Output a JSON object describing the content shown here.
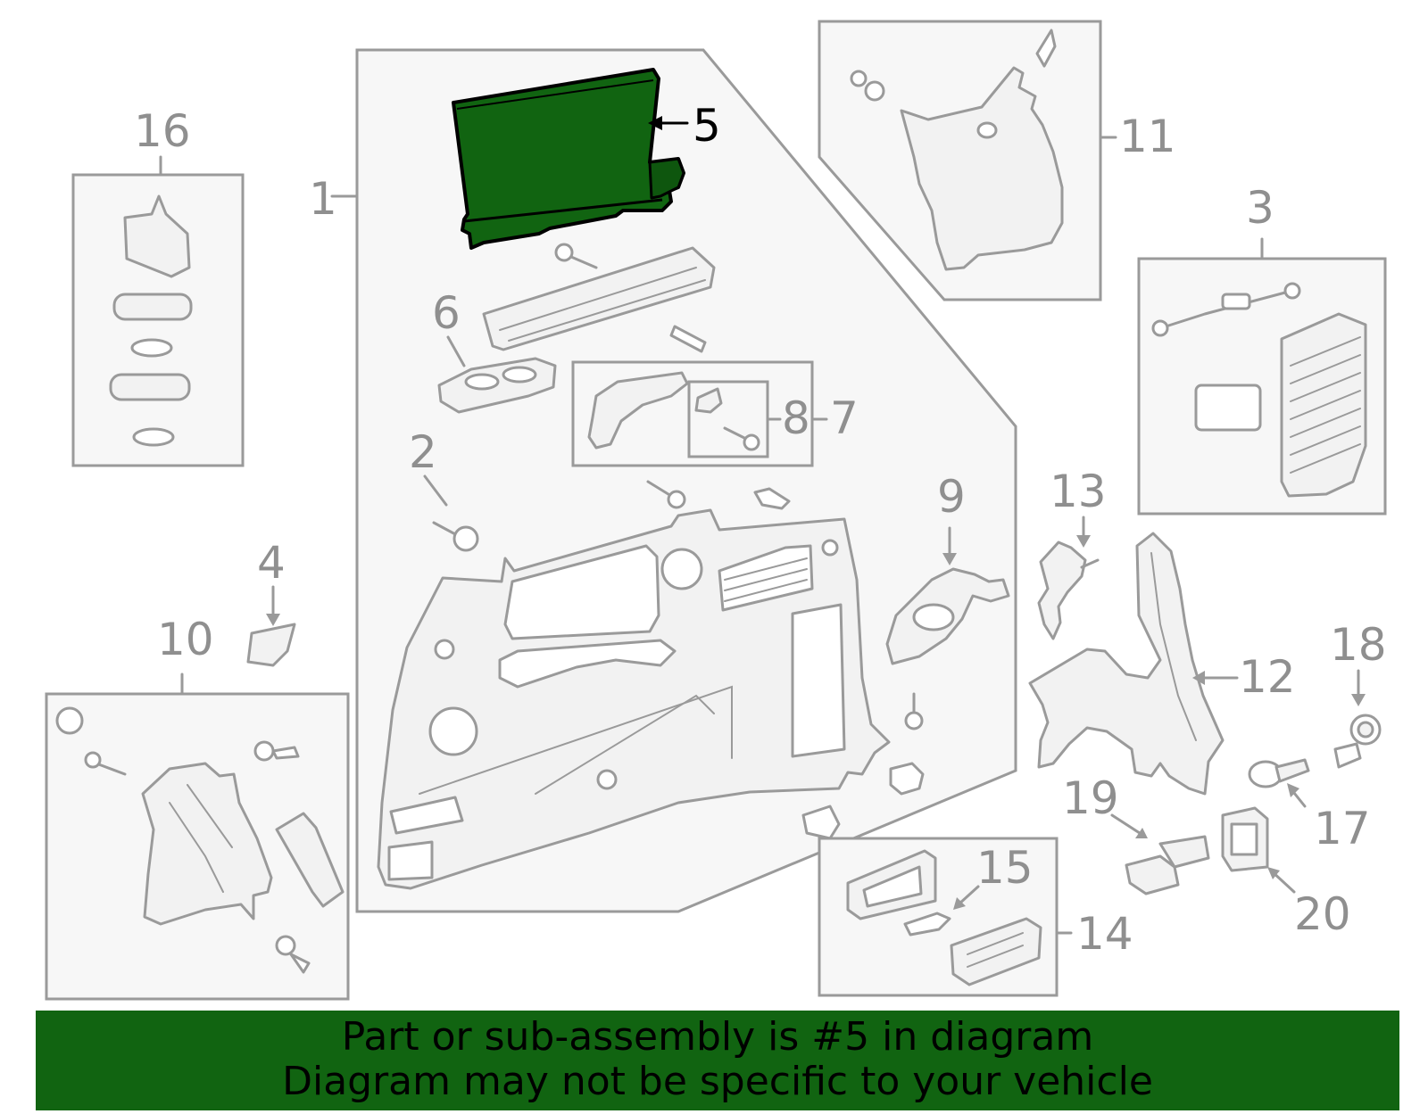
{
  "callouts": {
    "c1": "1",
    "c2": "2",
    "c3": "3",
    "c4": "4",
    "c5": "5",
    "c6": "6",
    "c7": "7",
    "c8": "8",
    "c9": "9",
    "c10": "10",
    "c11": "11",
    "c12": "12",
    "c13": "13",
    "c14": "14",
    "c15": "15",
    "c16": "16",
    "c17": "17",
    "c18": "18",
    "c19": "19",
    "c20": "20"
  },
  "highlighted_part": "5",
  "colors": {
    "highlight": "#116411",
    "banner": "#116411",
    "line": "#9a9a9a",
    "box_fill": "#f7f7f7"
  },
  "banner": {
    "line1": "Part or sub-assembly is #5 in diagram",
    "line2": "Diagram may not be specific to your vehicle"
  }
}
